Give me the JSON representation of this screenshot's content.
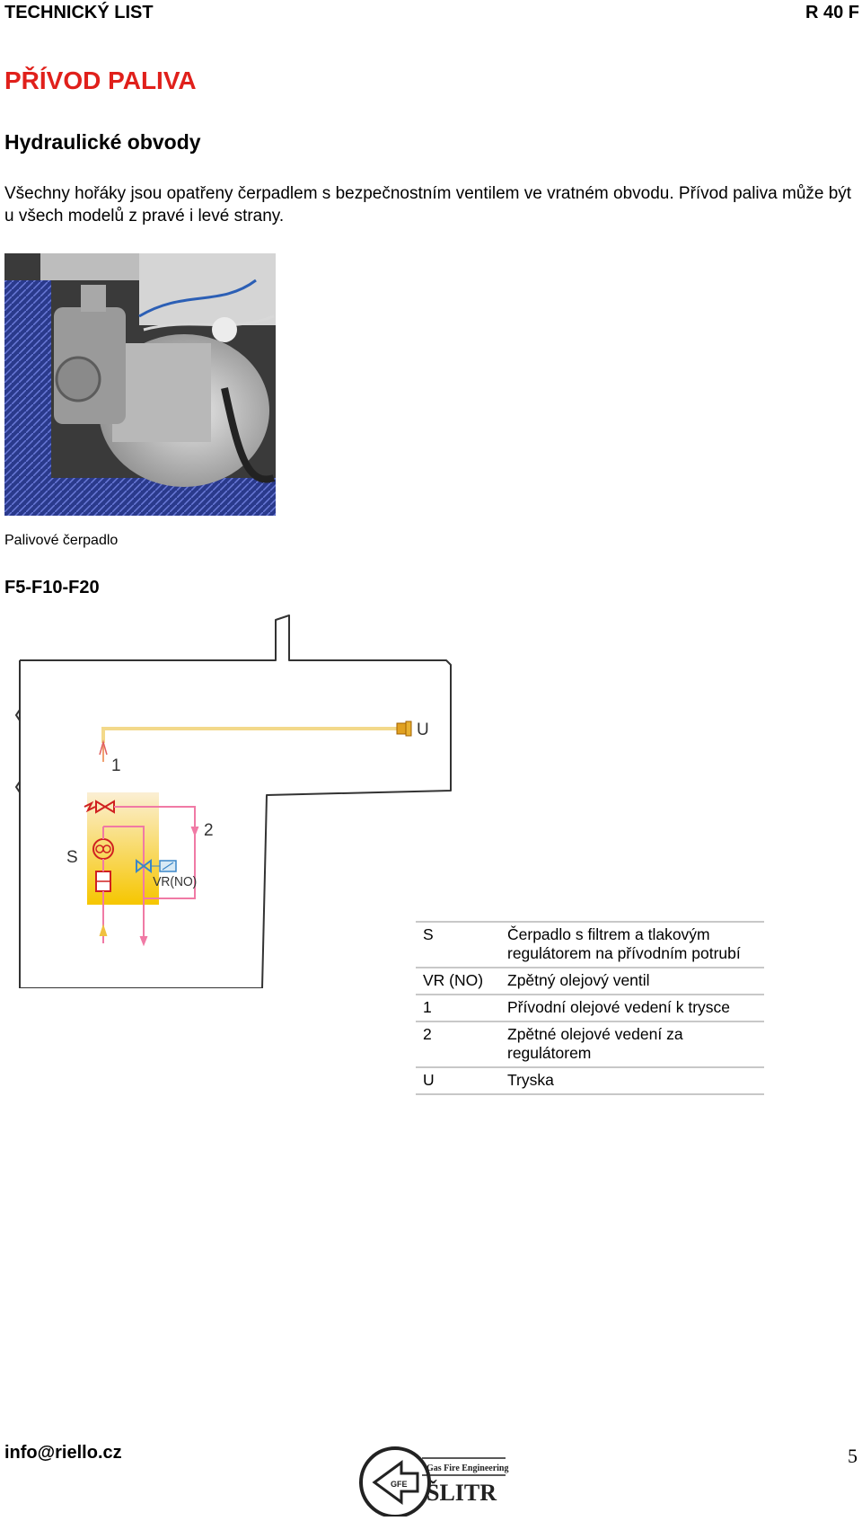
{
  "header": {
    "left": "TECHNICKÝ LIST",
    "right": "R 40 F"
  },
  "section_title": "PŘÍVOD PALIVA",
  "subtitle": "Hydraulické obvody",
  "intro_text": "Všechny hořáky jsou opatřeny čerpadlem s bezpečnostním ventilem ve vratném obvodu. Přívod paliva může být u všech modelů z pravé i levé strany.",
  "photo_caption": "Palivové čerpadlo",
  "model_label": "F5-F10-F20",
  "diagram_labels": {
    "u": "U",
    "one": "1",
    "two": "2",
    "s": "S",
    "vr": "VR(NO)"
  },
  "legend": [
    {
      "key": "S",
      "desc": "Čerpadlo s filtrem a tlakovým regulátorem na přívodním potrubí"
    },
    {
      "key": "VR (NO)",
      "desc": "Zpětný olejový ventil"
    },
    {
      "key": "1",
      "desc": "Přívodní olejové vedení k trysce"
    },
    {
      "key": "2",
      "desc": "Zpětné olejové vedení za regulátorem"
    },
    {
      "key": "U",
      "desc": "Tryska"
    }
  ],
  "footer": {
    "email": "info@riello.cz",
    "page_number": "5",
    "logo_tagline": "Gas Fire Engineering",
    "logo_name": "ŠLITR",
    "logo_mark": "GFE"
  },
  "colors": {
    "title_red": "#e0201b",
    "fuel_line": "#f3d98a",
    "return_line": "#f07aa5",
    "pump_box": "#f6c600"
  }
}
